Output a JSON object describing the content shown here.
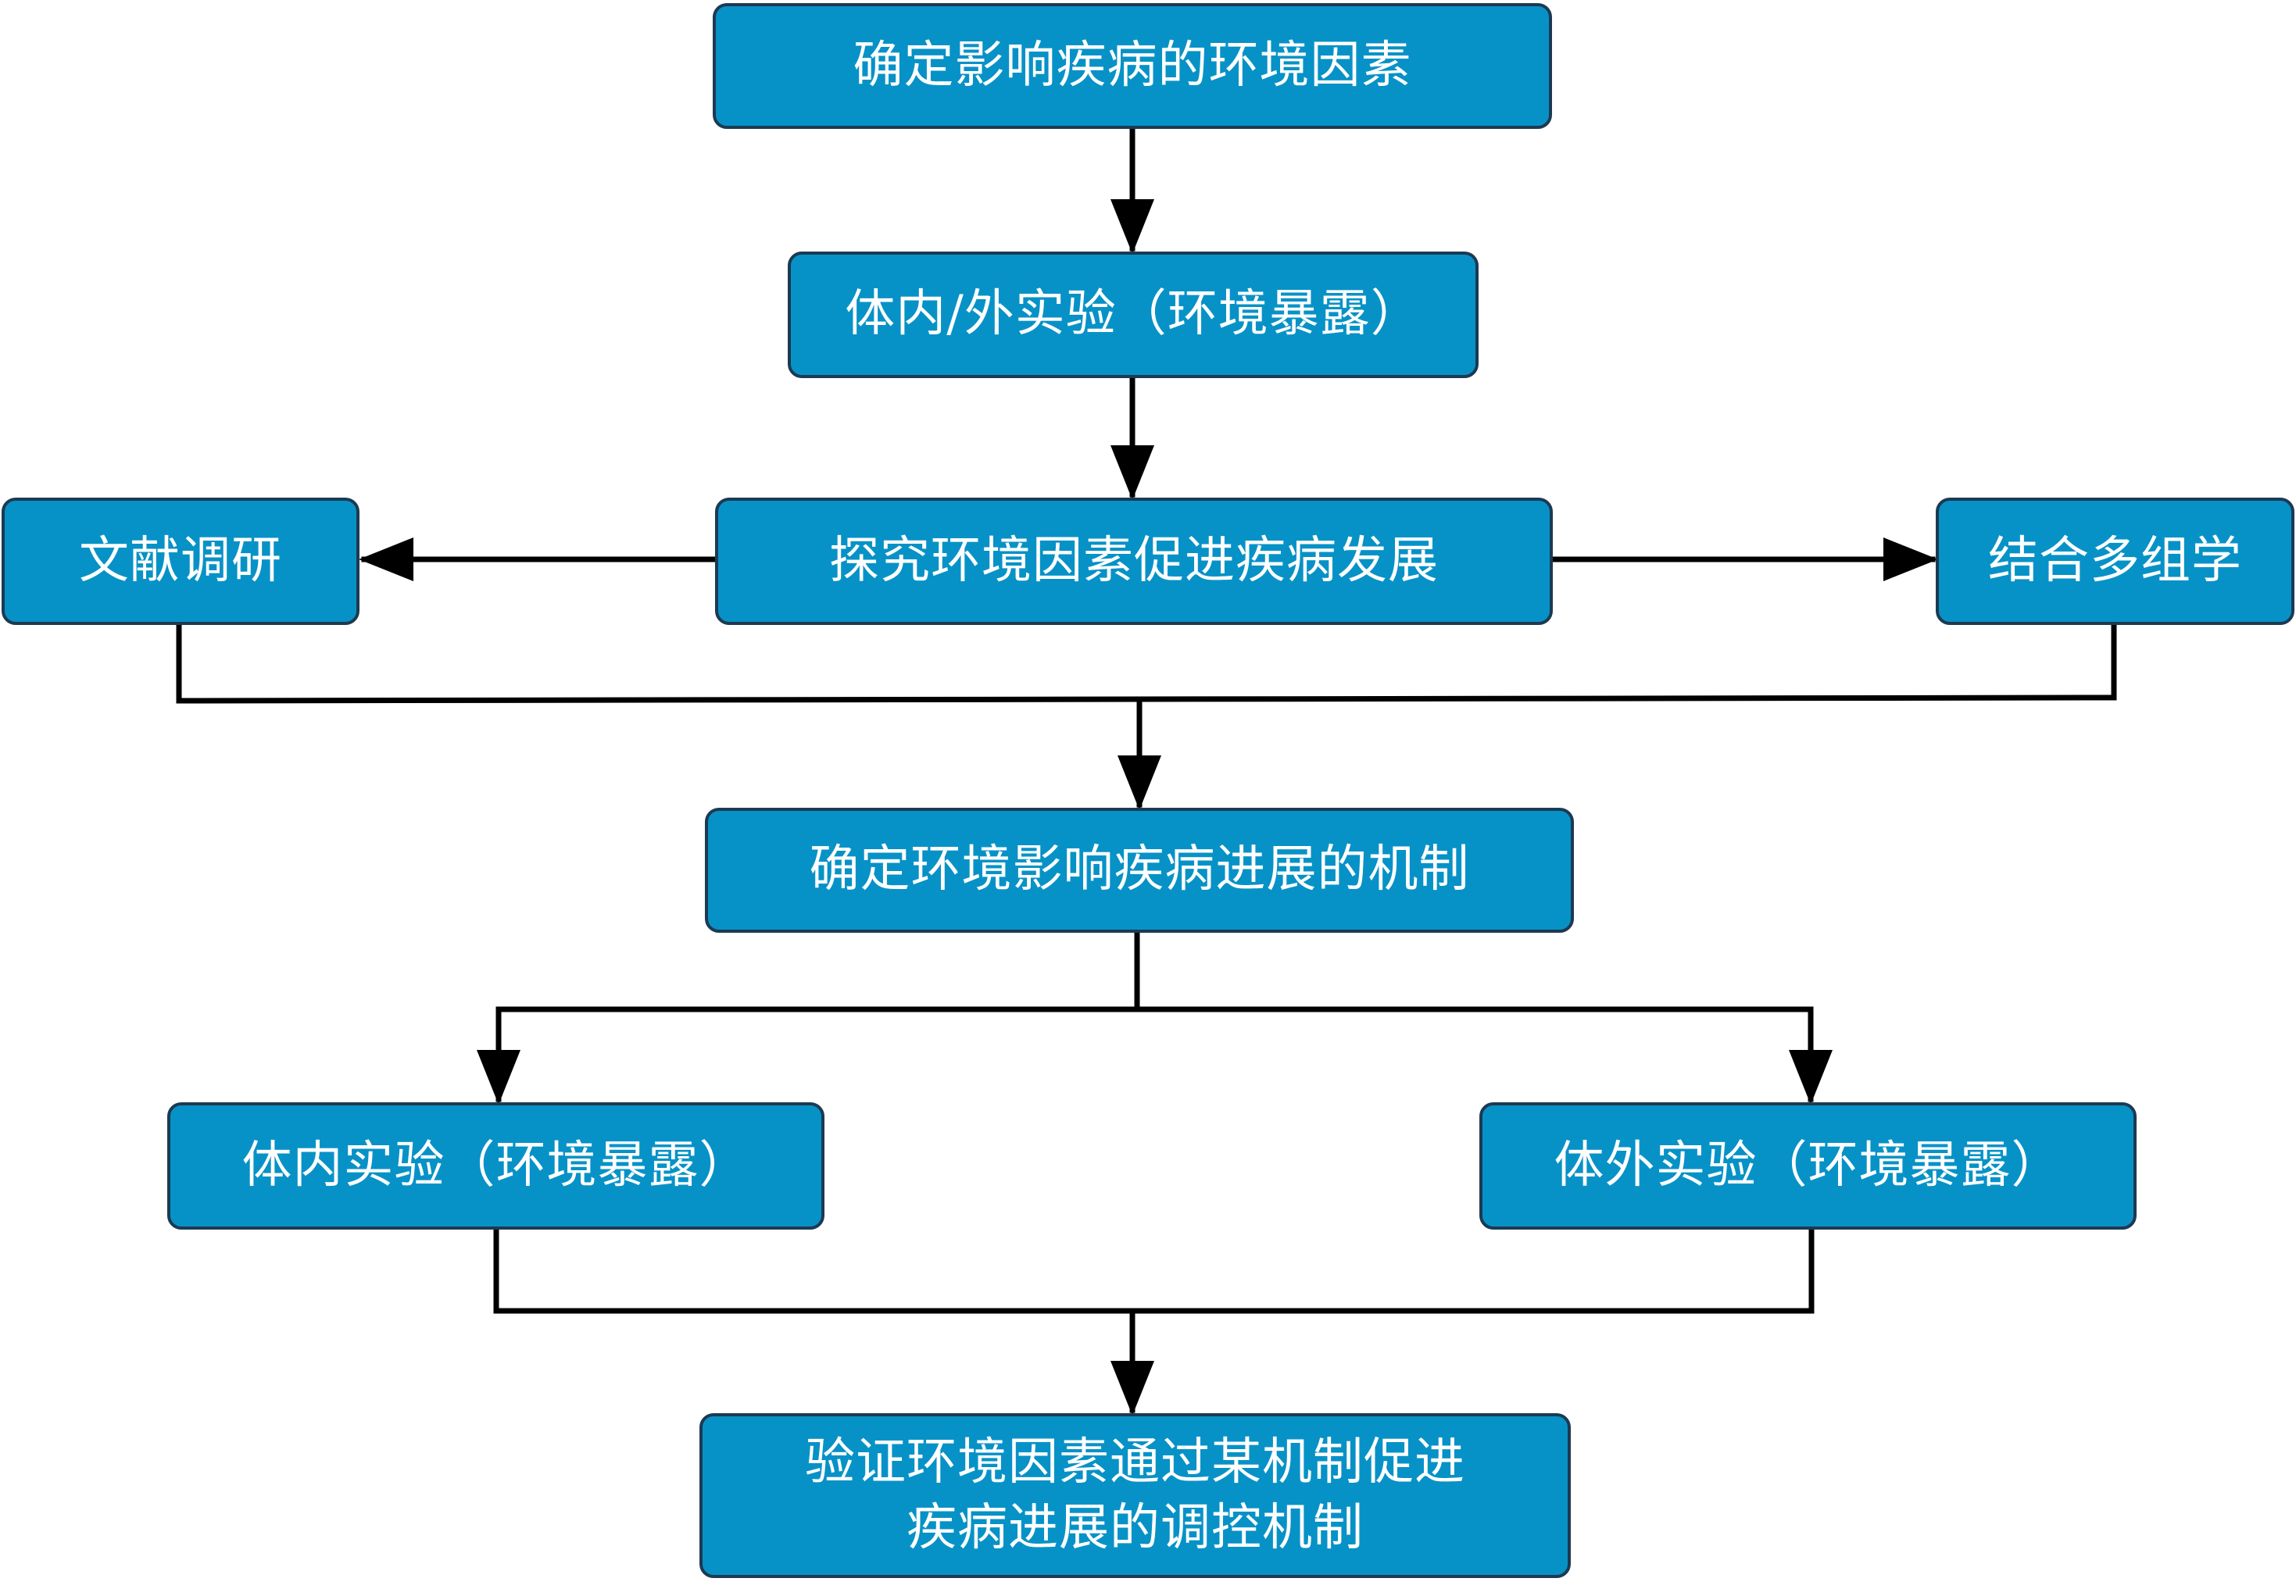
{
  "colors": {
    "box_fill": "#0792c7",
    "box_border": "#1c3a52",
    "text": "#ffffff",
    "arrow": "#000000"
  },
  "nodes": {
    "identify_factors": "确定影响疾病的环境因素",
    "exposure_experiment": "体内/外实验（环境暴露）",
    "explore": "探究环境因素促进疾病发展",
    "literature": "文献调研",
    "multiomics": "结合多组学",
    "mechanism": "确定环境影响疾病进展的机制",
    "in_vivo": "体内实验（环境暴露）",
    "in_vitro": "体外实验（环境暴露）",
    "validate_line1": "验证环境因素通过某机制促进",
    "validate_line2": "疾病进展的调控机制"
  },
  "edges": [
    {
      "from": "identify_factors",
      "to": "exposure_experiment"
    },
    {
      "from": "exposure_experiment",
      "to": "explore"
    },
    {
      "from": "explore",
      "to": "literature"
    },
    {
      "from": "explore",
      "to": "multiomics"
    },
    {
      "from": "literature",
      "to": "mechanism"
    },
    {
      "from": "multiomics",
      "to": "mechanism"
    },
    {
      "from": "mechanism",
      "to": "in_vivo"
    },
    {
      "from": "mechanism",
      "to": "in_vitro"
    },
    {
      "from": "in_vivo",
      "to": "validate"
    },
    {
      "from": "in_vitro",
      "to": "validate"
    }
  ]
}
